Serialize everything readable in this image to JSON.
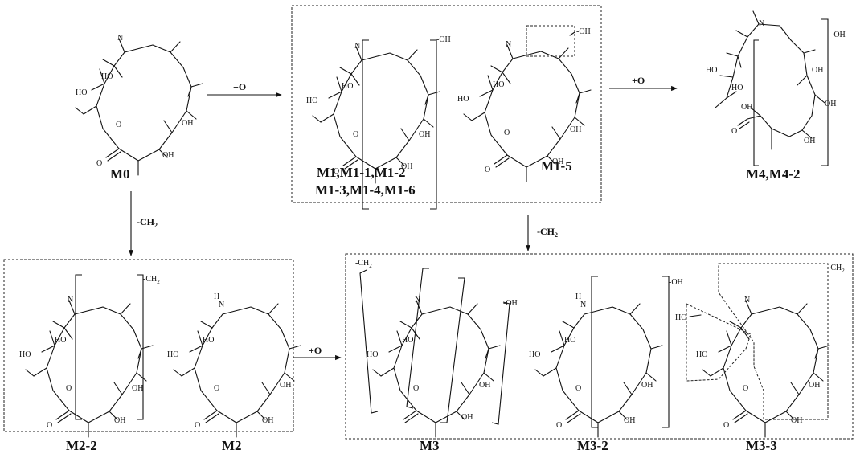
{
  "atoms": {
    "n": "N",
    "h": "H",
    "ho": "HO",
    "oh": "OH",
    "o": "O",
    "o_sub": "+O"
  },
  "labels": {
    "m0": "M0",
    "m1_group_line1": "M1,M1-1,M1-2",
    "m1_group_line2": "M1-3,M1-4,M1-6",
    "m1_5": "M1-5",
    "m4": "M4,M4-2",
    "m2_2": "M2-2",
    "m2": "M2",
    "m3": "M3",
    "m3_2": "M3-2",
    "m3_3": "M3-3"
  },
  "reactions": {
    "oxidation": "+O",
    "demethylation": "-CH",
    "demethylation_subscript": "2"
  },
  "substituents": {
    "oh": "-OH",
    "ch2_prefix": "-CH",
    "ch2_subscript": "2"
  }
}
